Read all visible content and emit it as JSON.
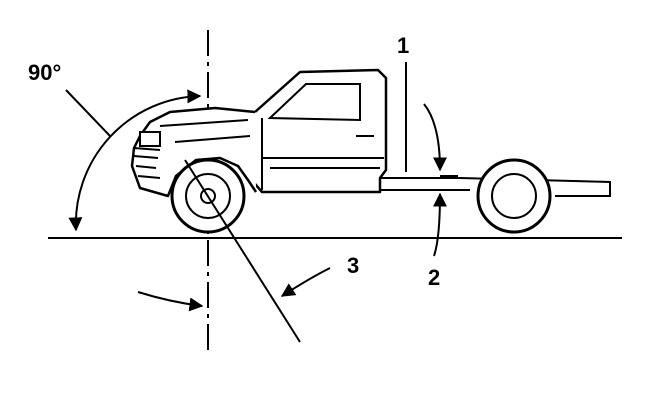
{
  "diagram": {
    "callouts": {
      "angle": "90°",
      "item1": "1",
      "item2": "2",
      "item3": "3"
    }
  }
}
